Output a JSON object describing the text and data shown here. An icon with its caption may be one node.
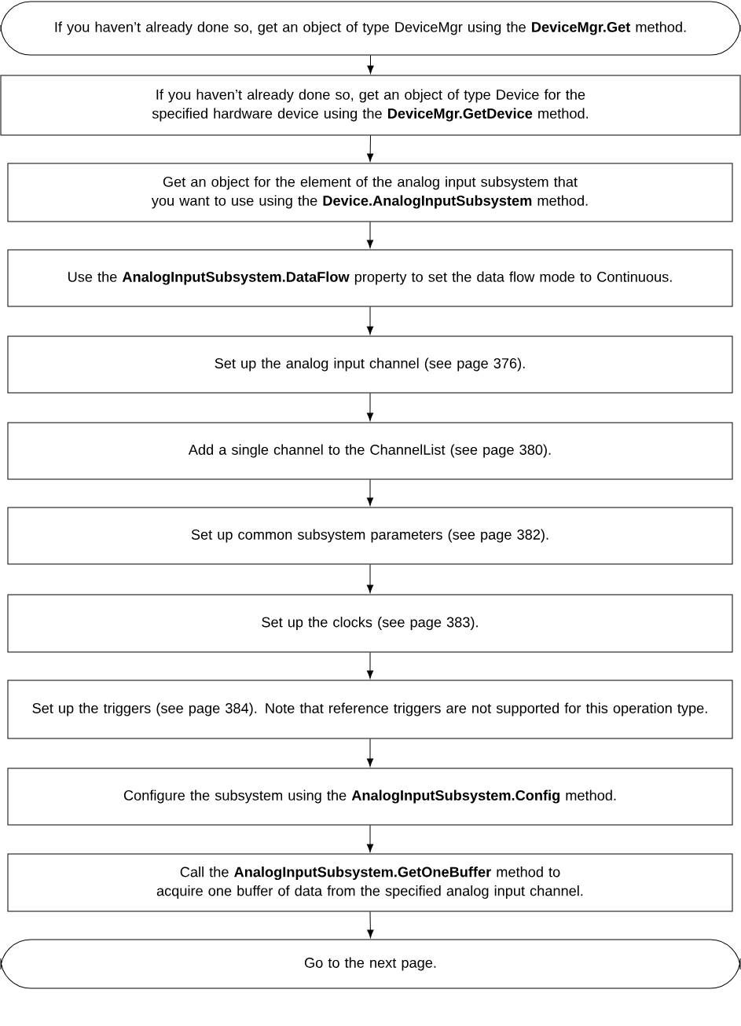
{
  "diagram": {
    "nodes": [
      {
        "text": [
          "If you haven’t already done so, get an object of type DeviceMgr using the **DeviceMgr.Get** method."
        ]
      },
      {
        "text": [
          "If you haven’t already done so, get an object of type Device for the specified hardware device using the **DeviceMgr.GetDevice** method."
        ]
      },
      {
        "text": [
          "Get an object for the element of the analog input subsystem that you want to use using the **Device.AnalogInputSubsystem** method."
        ]
      },
      {
        "text": [
          "Use the **AnalogInputSubsystem.DataFlow** property to set the data flow mode to Continuous."
        ]
      },
      {
        "text": [
          "Set up the analog input channel (see page 376)."
        ]
      },
      {
        "text": [
          "Add a single channel to the ChannelList (see page 380)."
        ]
      },
      {
        "text": [
          "Set up common subsystem parameters (see page 382)."
        ]
      },
      {
        "text": [
          "Set up the clocks (see page 383)."
        ]
      },
      {
        "text": [
          "Set up the triggers (see page 384). Note that reference triggers are not supported for this operation type."
        ]
      },
      {
        "text": [
          "Configure the subsystem using the **AnalogInputSubsystem.Config** method."
        ]
      },
      {
        "text": [
          "Call the **AnalogInputSubsystem.GetOneBuffer** method to acquire one buffer of data from the specified analog input channel."
        ]
      },
      {
        "text": [
          "Go to the next page."
        ]
      }
    ],
    "edges": [
      {
        "from": 0,
        "to": 1,
        "arrow": "to"
      },
      {
        "from": 1,
        "to": 2,
        "arrow": "to"
      },
      {
        "from": 2,
        "to": 3,
        "arrow": "to"
      },
      {
        "from": 3,
        "to": 4,
        "arrow": "to"
      },
      {
        "from": 4,
        "to": 5,
        "arrow": "to"
      },
      {
        "from": 5,
        "to": 6,
        "arrow": "to"
      },
      {
        "from": 6,
        "to": 7,
        "arrow": "to"
      },
      {
        "from": 7,
        "to": 8,
        "arrow": "to"
      },
      {
        "from": 8,
        "to": 9,
        "arrow": "to"
      },
      {
        "from": 9,
        "to": 10,
        "arrow": "to"
      },
      {
        "from": 10,
        "to": 11,
        "arrow": "to"
      }
    ]
  }
}
